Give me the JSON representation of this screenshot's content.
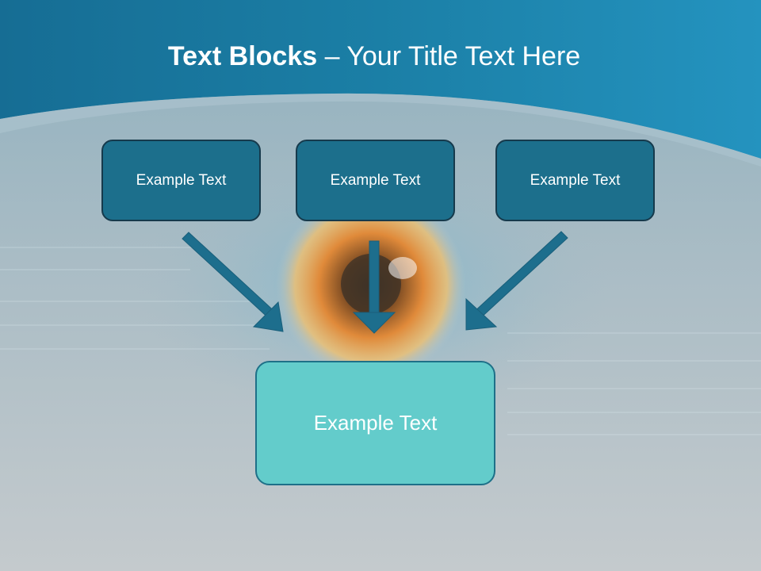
{
  "slide": {
    "title_bold": "Text Blocks",
    "title_rest": " – Your Title Text Here"
  },
  "blocks": [
    {
      "label": "Example Text"
    },
    {
      "label": "Example Text"
    },
    {
      "label": "Example Text"
    }
  ],
  "result_block": {
    "label": "Example Text"
  },
  "colors": {
    "header": "#1d7fa6",
    "box_fill": "#1c6f8c",
    "result_fill": "#63cccb",
    "background": "#c3c9cd"
  }
}
